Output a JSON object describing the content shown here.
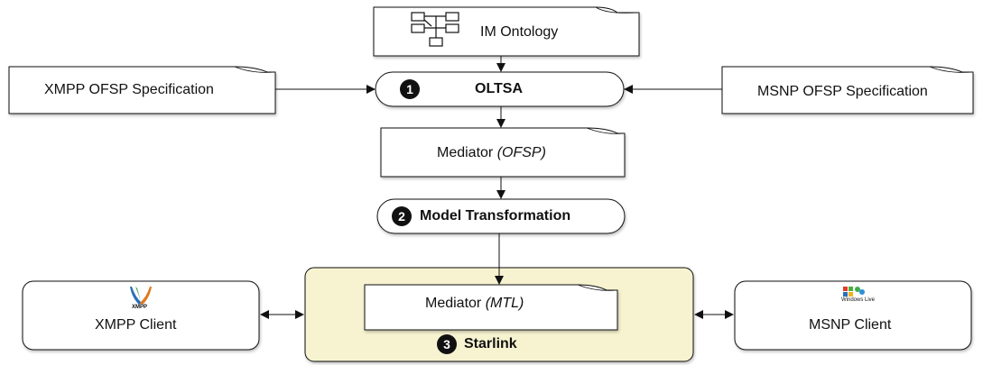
{
  "nodes": {
    "im_ontology": "IM Ontology",
    "oltsa": {
      "number": "1",
      "label": "OLTSA"
    },
    "xmpp_spec": "XMPP OFSP Specification",
    "msnp_spec": "MSNP OFSP Specification",
    "mediator_ofsp": {
      "prefix": "Mediator ",
      "suffix": "(OFSP)"
    },
    "model_transformation": {
      "number": "2",
      "label": "Model Transformation"
    },
    "mediator_mtl": {
      "prefix": "Mediator ",
      "suffix": "(MTL)"
    },
    "starlink": {
      "number": "3",
      "label": "Starlink"
    },
    "xmpp_client": {
      "label": "XMPP Client",
      "logo_text": "XMPP"
    },
    "msnp_client": {
      "label": "MSNP Client",
      "logo_text": "Windows Live"
    }
  },
  "colors": {
    "starlink_fill": "#f7f3d0",
    "stroke": "#111111",
    "xmpp_green": "#2e9a3a",
    "xmpp_orange": "#e07a1f",
    "xmpp_blue": "#2a6fb8"
  }
}
